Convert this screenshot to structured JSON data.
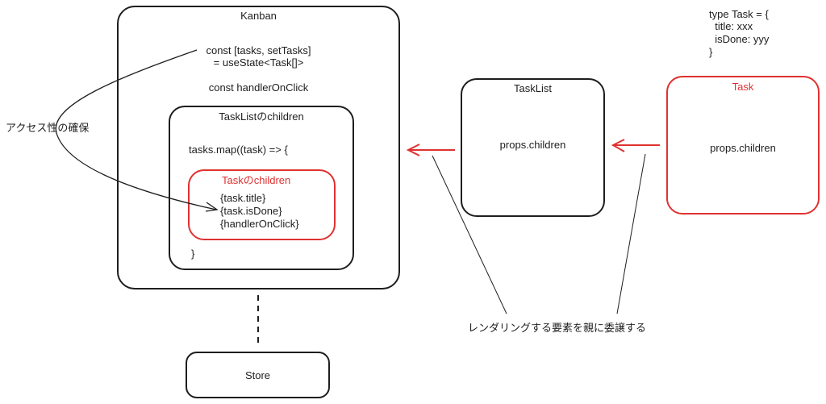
{
  "colors": {
    "stroke": "#1e1e1e",
    "accent_red": "#e03131"
  },
  "kanban": {
    "title": "Kanban",
    "state_line1": "const [tasks, setTasks]",
    "state_line2": "= useState<Task[]>",
    "handler": "const handlerOnClick"
  },
  "tasklist_children": {
    "title": "TaskListのchildren",
    "map_open": "tasks.map((task) => {",
    "map_close": "}"
  },
  "task_children": {
    "title": "Taskのchildren",
    "lines": [
      "{task.title}",
      "{task.isDone}",
      "{handlerOnClick}"
    ]
  },
  "store": {
    "label": "Store"
  },
  "tasklist": {
    "title": "TaskList",
    "body": "props.children"
  },
  "task": {
    "title": "Task",
    "body": "props.children"
  },
  "type_def": {
    "lines": [
      "type Task = {",
      "  title: xxx",
      "  isDone: yyy",
      "}"
    ]
  },
  "annotations": {
    "accessibility": "アクセス性の確保",
    "delegate": "レンダリングする要素を親に委譲する"
  }
}
